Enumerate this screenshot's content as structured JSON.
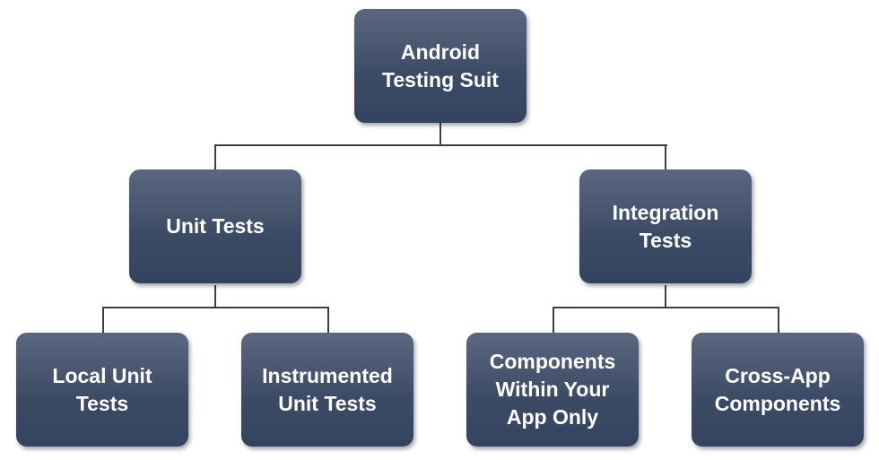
{
  "root": {
    "label": "Android Testing Suit"
  },
  "level2": [
    {
      "label": "Unit Tests"
    },
    {
      "label": "Integration Tests"
    }
  ],
  "level3": [
    {
      "label": "Local Unit Tests"
    },
    {
      "label": "Instrumented Unit Tests"
    },
    {
      "label": "Components Within Your App Only"
    },
    {
      "label": "Cross-App Components"
    }
  ]
}
